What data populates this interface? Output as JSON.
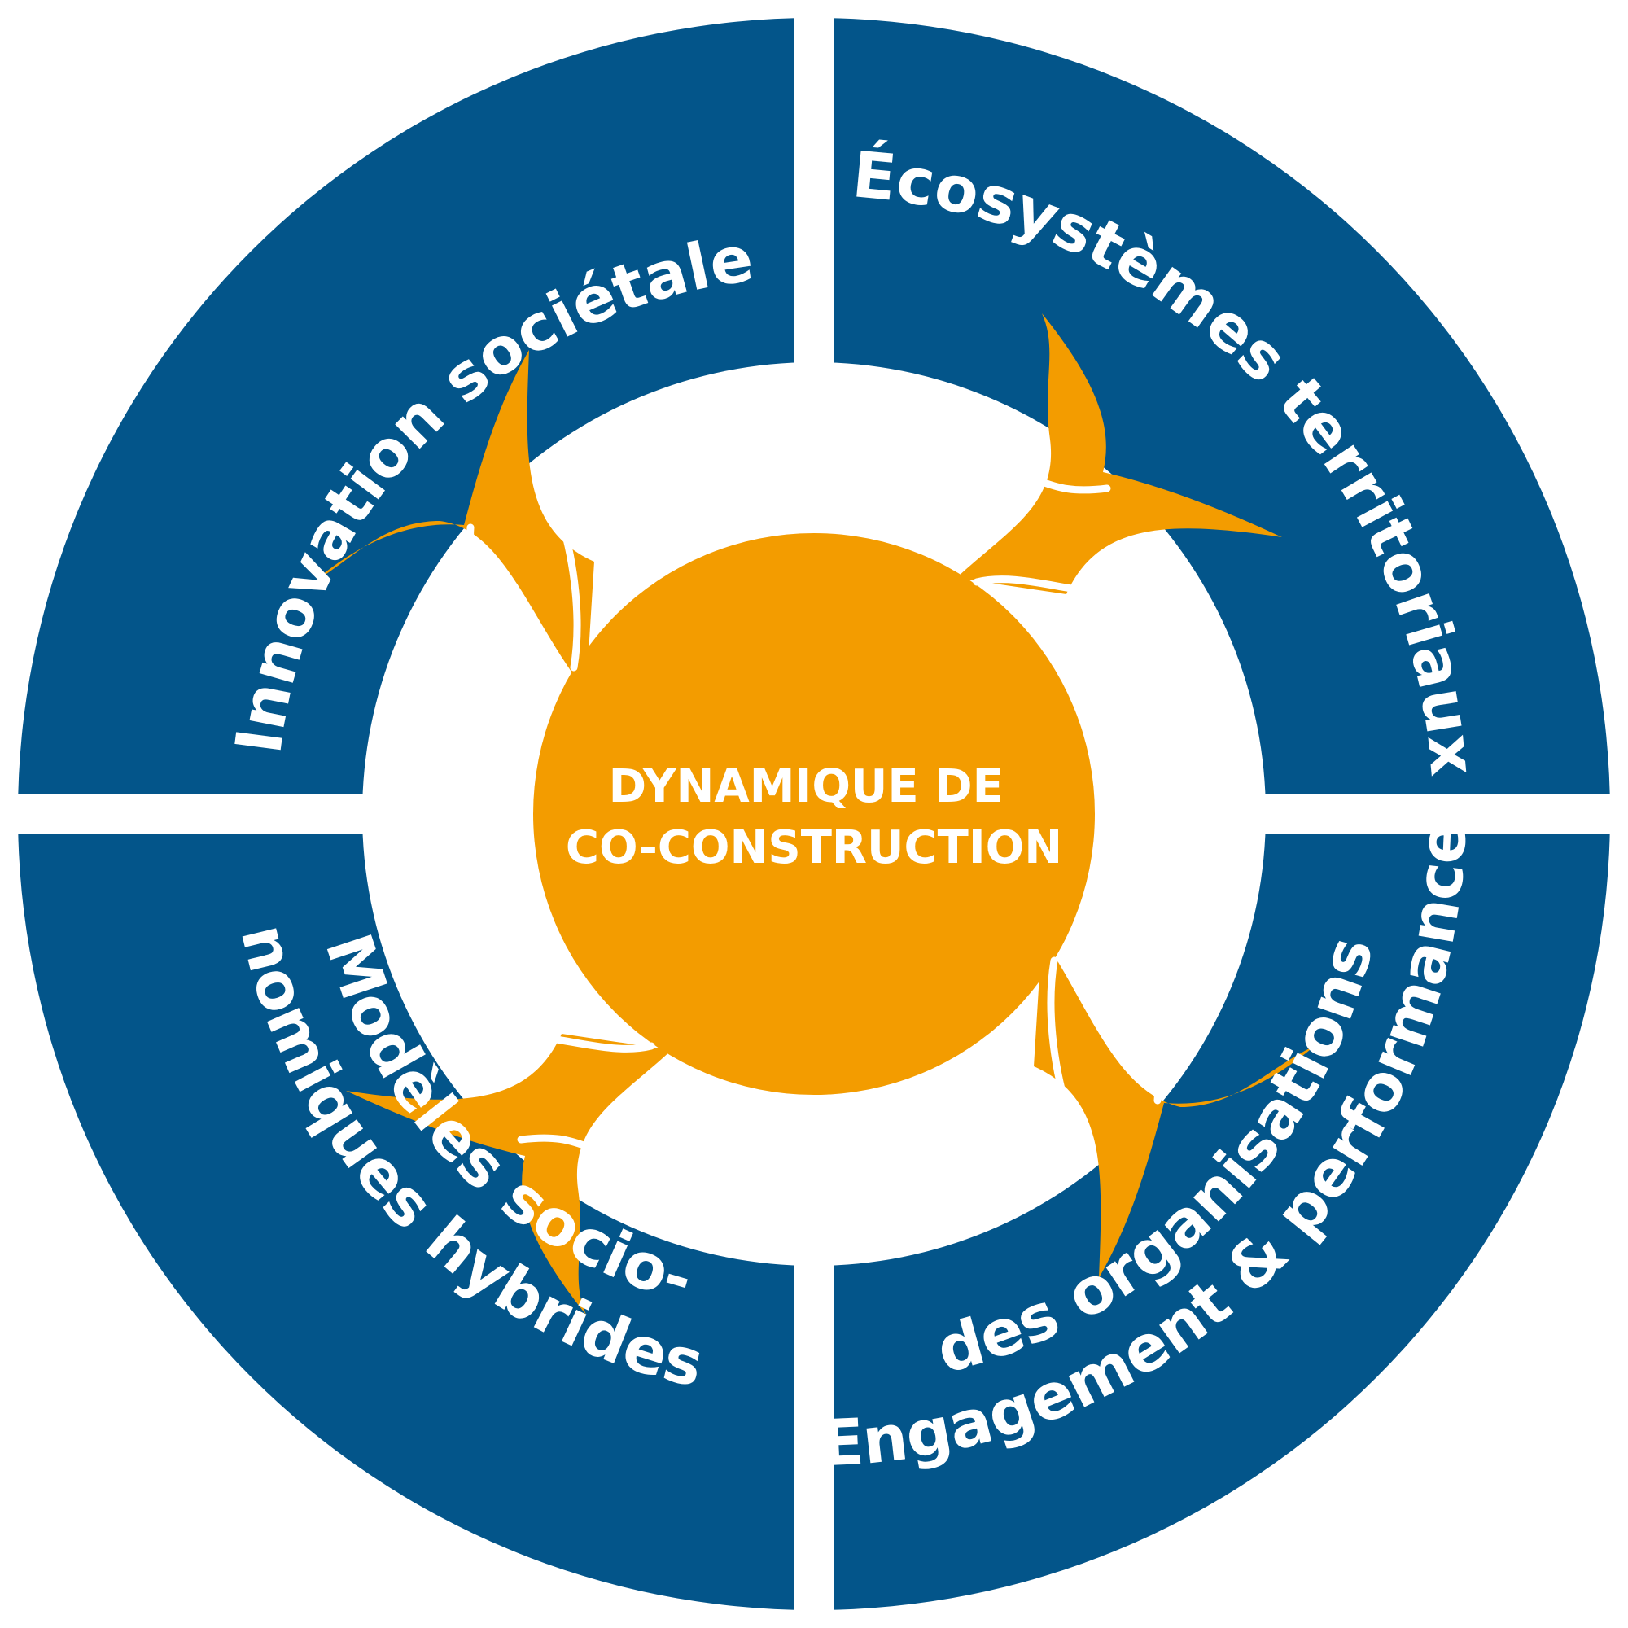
{
  "colors": {
    "ring": "#03558a",
    "center": "#f39c00",
    "background": "#ffffff"
  },
  "segments": {
    "top_left": {
      "lines": [
        "Innovation sociétale"
      ]
    },
    "top_right": {
      "lines": [
        "Écosystèmes territoriaux"
      ]
    },
    "bottom_right": {
      "lines": [
        "Engagement & performance",
        "des organisations"
      ]
    },
    "bottom_left": {
      "lines": [
        "Modèles socio-",
        "nomiques hybrides"
      ]
    }
  },
  "center": {
    "lines": [
      "DYNAMIQUE DE",
      "CO-CONSTRUCTION"
    ]
  }
}
